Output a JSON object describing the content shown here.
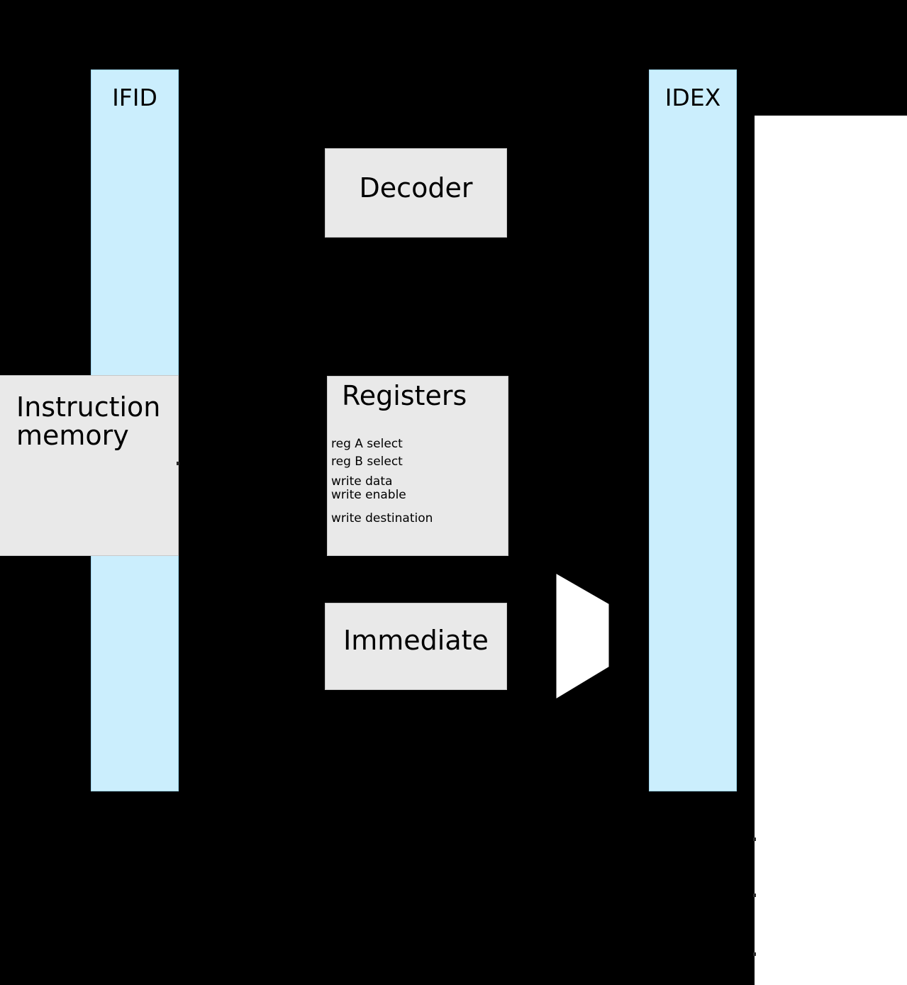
{
  "diagram": {
    "title": "CPU pipeline instruction-decode stage",
    "background_color": "#000000",
    "panel_color": "#ffffff",
    "pipeline_bar_color": "#cbeefd",
    "unit_box_color": "#e9e9e9",
    "mux_color": "#ffffff"
  },
  "pipeline_registers": [
    {
      "id": "ifid",
      "label": "IFID"
    },
    {
      "id": "idex",
      "label": "IDEX"
    }
  ],
  "units": [
    {
      "id": "instruction-memory",
      "label": "Instruction\nmemory"
    },
    {
      "id": "decoder",
      "label": "Decoder"
    },
    {
      "id": "registers",
      "label": "Registers"
    },
    {
      "id": "immediate",
      "label": "Immediate"
    }
  ],
  "registers_signals": [
    {
      "id": "reg-a-select",
      "label": "reg A select"
    },
    {
      "id": "reg-b-select",
      "label": "reg B select"
    },
    {
      "id": "write-data",
      "label": "write data"
    },
    {
      "id": "write-enable",
      "label": "write enable"
    },
    {
      "id": "write-destination",
      "label": "write destination"
    }
  ],
  "mux": {
    "id": "operand-mux",
    "label": ""
  }
}
